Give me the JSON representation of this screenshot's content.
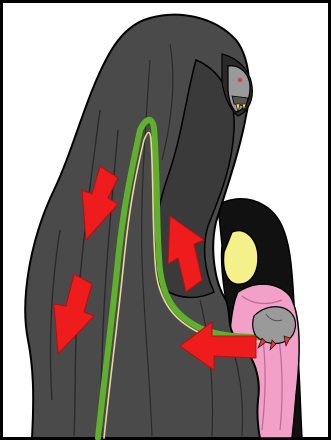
{
  "figure": {
    "subject": "cloaked-reaper-embracing-girl",
    "colors": {
      "frame": "#000000",
      "background": "#ffffff",
      "cloak": "#4a4a4a",
      "cloak_shadow": "#3a3a3a",
      "cloak_fold": "#2a2a2a",
      "skin": "#9a9a9a",
      "tooth": "#f2d34a",
      "eye": "#e23a3a",
      "spine_outer": "#5fb12d",
      "spine_inner": "#e9d79a",
      "arrow": "#ee1c1c",
      "girl_hair": "#111111",
      "girl_face": "#f4f08a",
      "girl_dress": "#f2a0c8",
      "girl_dress_line": "#c06b97"
    },
    "arrows": [
      {
        "id": "arrow-upper-left",
        "direction": "down-left"
      },
      {
        "id": "arrow-lower-left",
        "direction": "down-left"
      },
      {
        "id": "arrow-middle-right",
        "direction": "up-left"
      },
      {
        "id": "arrow-bottom-right",
        "direction": "left"
      }
    ],
    "icons": {
      "hand": "claw-hand-icon",
      "face": "skull-face-icon"
    }
  }
}
